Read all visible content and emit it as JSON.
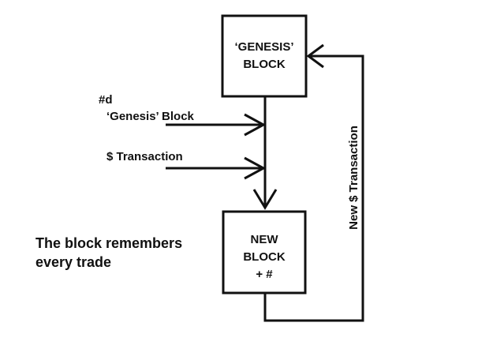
{
  "genesis_block": {
    "line1": "‘GENESIS’",
    "line2": "BLOCK"
  },
  "new_block": {
    "line1": "NEW",
    "line2": "BLOCK",
    "line3": "+ #"
  },
  "inputs": {
    "hash_label": "#d",
    "genesis_label": "‘Genesis’ Block",
    "transaction_label": "$ Transaction"
  },
  "feedback_label": "New $ Transaction",
  "caption": {
    "line1": "The block remembers",
    "line2": "every trade"
  },
  "colors": {
    "ink": "#111111",
    "background": "#ffffff"
  }
}
